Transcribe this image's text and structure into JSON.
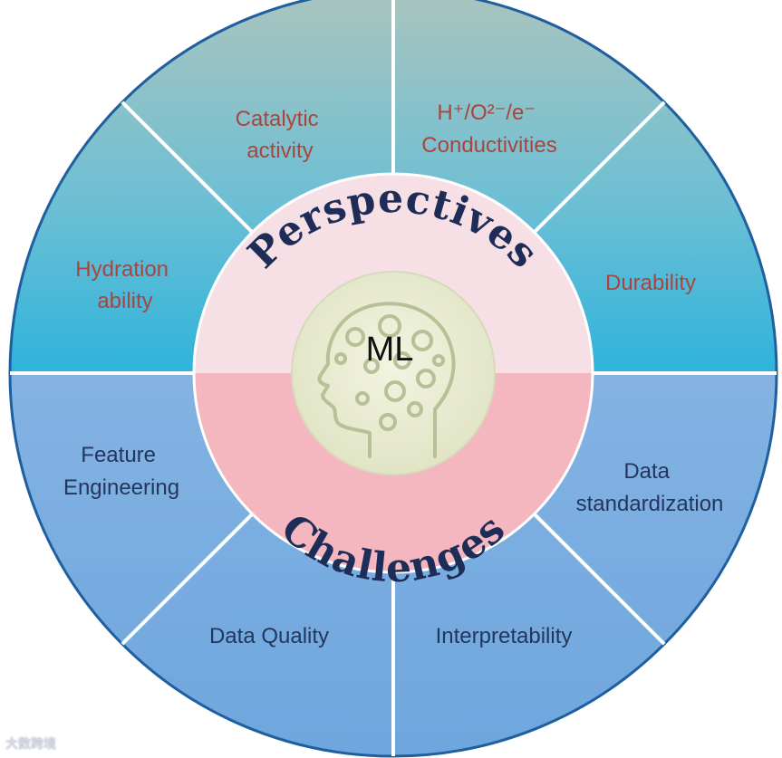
{
  "diagram": {
    "center_label": "ML",
    "top_arc_text": "Perspectives",
    "bottom_arc_text": "Challenges",
    "perspectives": [
      {
        "lines": [
          "Catalytic",
          "activity"
        ]
      },
      {
        "lines": [
          "H⁺/O²⁻/e⁻",
          "Conductivities"
        ]
      },
      {
        "lines": [
          "Durability"
        ]
      },
      {
        "lines": [
          "Hydration",
          "ability"
        ]
      }
    ],
    "challenges": [
      {
        "lines": [
          "Feature",
          "Engineering"
        ]
      },
      {
        "lines": [
          "Data",
          "standardization"
        ]
      },
      {
        "lines": [
          "Data Quality"
        ]
      },
      {
        "lines": [
          "Interpretability"
        ]
      }
    ],
    "watermark": "大数跨境",
    "colors": {
      "perspective_text": "#a8453e",
      "challenge_text": "#24365e",
      "top_ring_gradient": [
        "#9ec3c4",
        "#2fb0d6"
      ],
      "bottom_ring": "#7aaee0",
      "inner_top": "#f6dfe5",
      "inner_bottom": "#f4b6bf",
      "core": "#eef0dc",
      "outline": "#1f5fa0"
    }
  }
}
